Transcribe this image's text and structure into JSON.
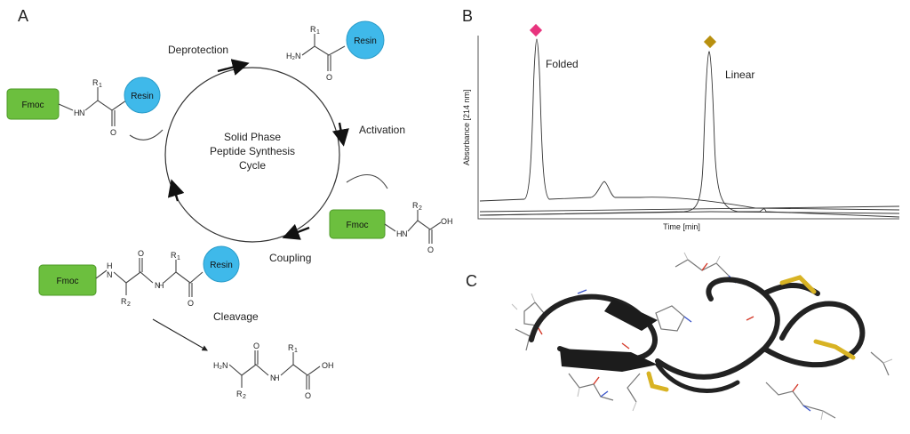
{
  "panels": {
    "a": "A",
    "b": "B",
    "c": "C"
  },
  "cycle": {
    "center_line1": "Solid Phase",
    "center_line2": "Peptide Synthesis",
    "center_line3": "Cycle",
    "steps": {
      "deprotection": "Deprotection",
      "activation": "Activation",
      "coupling": "Coupling",
      "cleavage": "Cleavage"
    }
  },
  "chem": {
    "fmoc": "Fmoc",
    "resin": "Resin",
    "h2n": "H₂N",
    "nh": "H",
    "n": "N",
    "o": "O",
    "oh": "OH",
    "r1": "R",
    "r1_sub": "1",
    "r2": "R",
    "r2_sub": "2"
  },
  "chromatogram": {
    "ylabel": "Absorbance [214 nm]",
    "xlabel": "Time [min]",
    "peak1": "Folded",
    "peak2": "Linear",
    "colors": {
      "folded": "#e8347e",
      "linear": "#b8900f"
    }
  }
}
